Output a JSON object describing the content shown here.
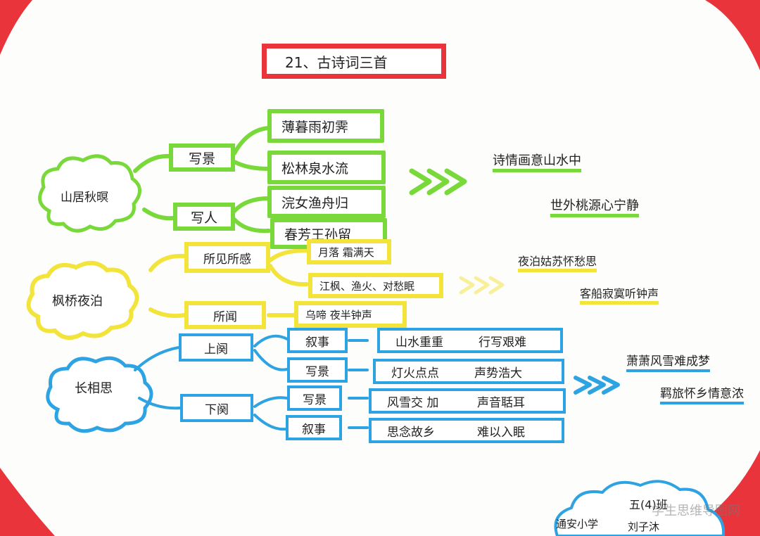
{
  "title": "21、古诗词三首",
  "poems": {
    "shanju": {
      "name": "山居秋暝",
      "branch1": "写景",
      "branch2": "写人",
      "items": [
        "薄暮雨初霁",
        "松林泉水流",
        "浣女渔舟归",
        "春芳王孙留"
      ],
      "themes": [
        "诗情画意山水中",
        "世外桃源心宁静"
      ]
    },
    "fengqiao": {
      "name": "枫桥夜泊",
      "branch1": "所见所感",
      "branch2": "所闻",
      "items": [
        "月落 霜满天",
        "江枫、渔火、对愁眠",
        "乌啼 夜半钟声"
      ],
      "themes": [
        "夜泊姑苏怀愁思",
        "客船寂寞听钟声"
      ]
    },
    "changxiangsi": {
      "name": "长相思",
      "branch1": "上阕",
      "branch2": "下阕",
      "subs": [
        "叙事",
        "写景",
        "写景",
        "叙事"
      ],
      "items": [
        {
          "a": "山水重重",
          "b": "行写艰难"
        },
        {
          "a": "灯火点点",
          "b": "声势浩大"
        },
        {
          "a": "风雪交 加",
          "b": "声音聒耳"
        },
        {
          "a": "思念故乡",
          "b": "难以入眠"
        }
      ],
      "themes": [
        "萧萧风雪难成梦",
        "羁旅怀乡情意浓"
      ]
    }
  },
  "footer": {
    "school": "通安小学",
    "class": "五(4)班",
    "author": "刘子沐"
  },
  "watermark": "学生思维导图网",
  "colors": {
    "red": "#e8343a",
    "green": "#7ad93a",
    "yellow": "#f2e43a",
    "blue": "#2ea3e3"
  }
}
